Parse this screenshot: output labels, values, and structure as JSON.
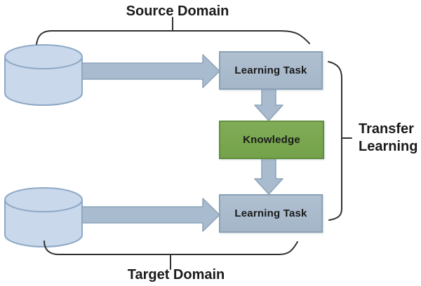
{
  "diagram": {
    "source_domain_label": "Source Domain",
    "target_domain_label": "Target Domain",
    "transfer_learning_label": {
      "line1": "Transfer",
      "line2": "Learning"
    },
    "nodes": {
      "source_task": "Learning Task",
      "knowledge": "Knowledge",
      "target_task": "Learning Task"
    },
    "colors": {
      "background": "#ffffff",
      "node_fill": "#a9bbce",
      "node_border": "#8ba1b6",
      "knowledge_fill": "#7aa751",
      "knowledge_border": "#628e3e",
      "cylinder_fill": "#c9d8ea",
      "cylinder_border": "#8ea8c6",
      "arrow_fill": "#a9bbce",
      "arrow_border": "#8ca3b8",
      "brace_stroke": "#303030",
      "text": "#1a1a1a"
    }
  }
}
